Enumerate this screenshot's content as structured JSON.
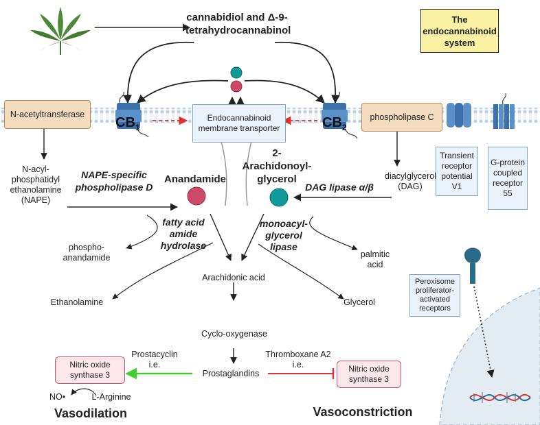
{
  "title": "The endocannabinoid system",
  "top": {
    "cannabinoids": "cannabidiol and Δ-9-tetrahydrocannabinol"
  },
  "receptors": {
    "cb1": "CB",
    "cb1_sub": "1",
    "cb2": "CB",
    "cb2_sub": "2"
  },
  "transporter": "Endocannabinoid membrane transporter",
  "left": {
    "enzyme1": "N-acetyltransferase",
    "nape": "N-acyl-phosphatidyl ethanolamine (NAPE)",
    "nape_pld": "NAPE-specific phospholipase D",
    "anandamide": "Anandamide",
    "faah": "fatty acid amide hydrolase",
    "phospho": "phospho-anandamide",
    "ethanolamine": "Ethanolamine"
  },
  "right": {
    "plc": "phospholipase C",
    "dag": "diacylglycerol (DAG)",
    "dag_lipase": "DAG lipase α/β",
    "ag": "2-Arachidonoyl-glycerol",
    "mgl": "monoacyl-glycerol lipase",
    "palmitic": "palmitic acid",
    "glycerol": "Glycerol",
    "trpv1": "Transient receptor potential V1",
    "gpr55": "G-protein coupled receptor 55",
    "ppar": "Peroxisome proliferator-activated receptors"
  },
  "center": {
    "aa": "Arachidonic acid",
    "cox": "Cyclo-oxygenase",
    "pg": "Prostaglandins",
    "prostacyclin": "Prostacyclin i.e.",
    "thromboxane": "Thromboxane A2 i.e."
  },
  "bottom": {
    "nos_left": "Nitric oxide synthase 3",
    "nos_right": "Nitric oxide synthase 3",
    "no": "NO•",
    "arginine": "L-Arginine",
    "vasodilation": "Vasodilation",
    "vasoconstriction": "Vasoconstriction"
  },
  "colors": {
    "title_bg": "#fbf3a3",
    "enzyme_bg": "#f4dcbf",
    "receptor_box_bg": "#eaf2fb",
    "nos_bg": "#fce8ec",
    "teal": "#129a98",
    "crimson": "#cc4a68",
    "green_arrow": "#3fcf2a",
    "red_inhibit": "#d9343a",
    "membrane": "#a9c7e6"
  },
  "icons": [
    "cannabis-leaf-icon",
    "cb1-receptor-icon",
    "cb2-receptor-icon",
    "trpv1-channel-icon",
    "gpr55-receptor-icon",
    "ppar-receptor-icon",
    "dna-icon",
    "nucleus-shape"
  ]
}
